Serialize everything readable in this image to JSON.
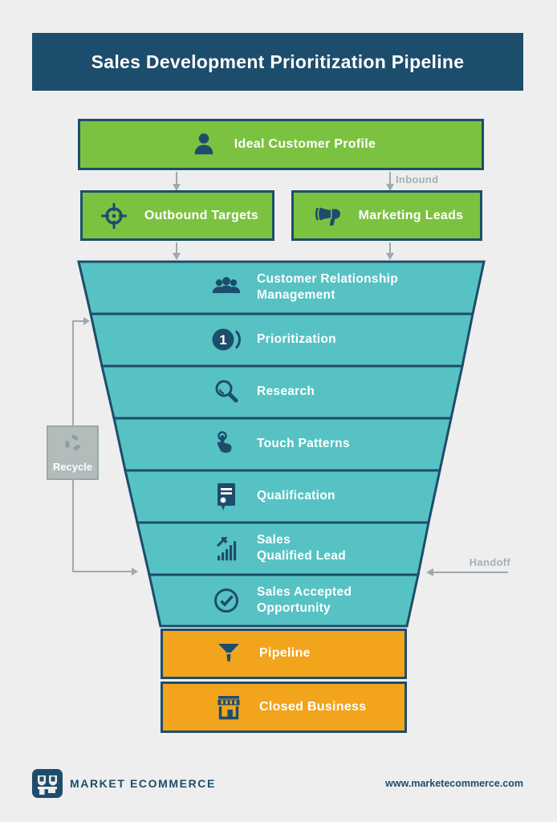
{
  "header": {
    "title": "Sales Development Prioritization Pipeline"
  },
  "top_boxes": {
    "ideal_customer_profile": {
      "label": "Ideal Customer Profile",
      "icon": "person-icon"
    },
    "outbound_targets": {
      "label": "Outbound Targets",
      "icon": "target-icon"
    },
    "marketing_leads": {
      "label": "Marketing Leads",
      "icon": "megaphone-icon"
    }
  },
  "connector_labels": {
    "inbound": "Inbound",
    "handoff": "Handoff",
    "recycle": "Recycle"
  },
  "funnel": {
    "stages": [
      {
        "icon": "people-group-icon",
        "lines": [
          "Customer Relationship",
          "Management"
        ]
      },
      {
        "icon": "number-one-icon",
        "badge": "1",
        "lines": [
          "Prioritization"
        ]
      },
      {
        "icon": "magnifier-icon",
        "lines": [
          "Research"
        ]
      },
      {
        "icon": "touch-icon",
        "lines": [
          "Touch Patterns"
        ]
      },
      {
        "icon": "certificate-icon",
        "lines": [
          "Qualification"
        ]
      },
      {
        "icon": "growth-chart-icon",
        "lines": [
          "Sales",
          "Qualified Lead"
        ]
      },
      {
        "icon": "check-circle-icon",
        "lines": [
          "Sales Accepted",
          "Opportunity"
        ]
      }
    ]
  },
  "bottom_stages": [
    {
      "icon": "funnel-icon",
      "lines": [
        "Pipeline"
      ]
    },
    {
      "icon": "storefront-icon",
      "lines": [
        "Closed Business"
      ]
    }
  ],
  "footer": {
    "brand": "MARKET ECOMMERCE",
    "website": "www.marketecommerce.com"
  },
  "colors": {
    "navy": "#1d4d6c",
    "green": "#7cc241",
    "teal": "#57c2c3",
    "orange": "#f2a41c",
    "background": "#eeeeee",
    "connector_gray": "#9fa9ae",
    "connector_label_gray": "#a6afb4",
    "recycle_box_gray": "#b1bcbb",
    "white": "#ffffff"
  }
}
